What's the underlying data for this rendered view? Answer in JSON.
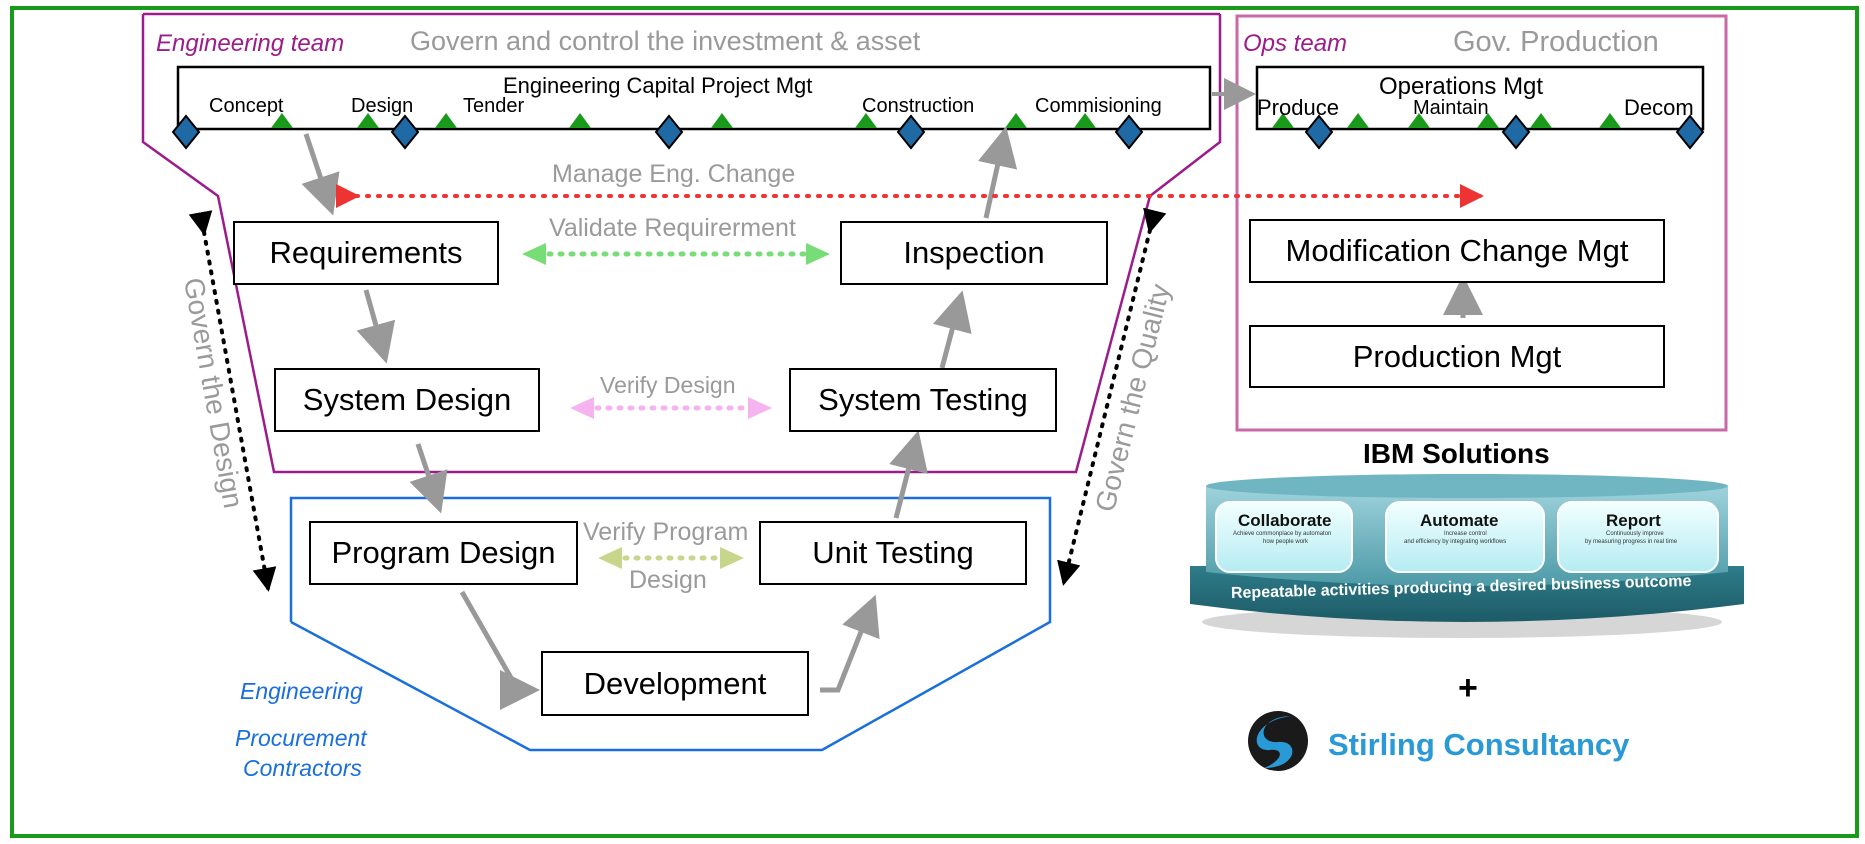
{
  "engineering_team": {
    "label": "Engineering team",
    "subtitle": "Govern and control the investment & asset",
    "bar_title": "Engineering Capital Project Mgt",
    "phases": [
      "Concept",
      "Design",
      "Tender",
      "Construction",
      "Commisioning"
    ]
  },
  "ops_team": {
    "label": "Ops  team",
    "subtitle": "Gov. Production",
    "bar_title": "Operations  Mgt",
    "phases": [
      "Produce",
      "Maintain",
      "Decom"
    ],
    "boxes": [
      "Modification Change Mgt",
      "Production Mgt"
    ]
  },
  "v_model": {
    "left": [
      "Requirements",
      "System Design",
      "Program Design"
    ],
    "bottom": "Development",
    "right": [
      "Inspection",
      "System Testing",
      "Unit Testing"
    ],
    "links": {
      "manage_change": "Manage Eng. Change",
      "validate": "Validate Requirerment",
      "verify_design": "Verify Design",
      "verify_program_1": "Verify Program",
      "verify_program_2": "Design"
    },
    "govern_design": "Govern the Design",
    "govern_quality": "Govern the Quality"
  },
  "contractors": {
    "line1": "Engineering",
    "line2": "Procurement",
    "line3": "Contractors"
  },
  "ibm": {
    "title": "IBM Solutions",
    "items": [
      {
        "title": "Collaborate",
        "desc1": "Achieve commonplace by automaton",
        "desc2": "how people work"
      },
      {
        "title": "Automate",
        "desc1": "Increase control",
        "desc2": "and efficiency by integrating workflows"
      },
      {
        "title": "Report",
        "desc1": "Continuously improve",
        "desc2": "by measuring progress in real time"
      }
    ],
    "band": "Repeatable activities producing a desired business outcome"
  },
  "plus": "+",
  "stirling": {
    "name": "Stirling Consultancy"
  },
  "colors": {
    "frame": "#1a9a1a",
    "engineering": "#9b1c8a",
    "ops": "#c86aa8",
    "contractors": "#1a6fdc",
    "gray": "#9a9a9a",
    "red_dots": "#ee3333",
    "green_dots": "#77dd77",
    "pink_dots": "#f5b3ef",
    "olive_dots": "#c8d68c",
    "milestone_triangle": "#1a9a1a",
    "milestone_diamond": "#1f6aa5",
    "ibm_teal": "#3d8e9c",
    "stirling_blue": "#2a9ad6"
  }
}
